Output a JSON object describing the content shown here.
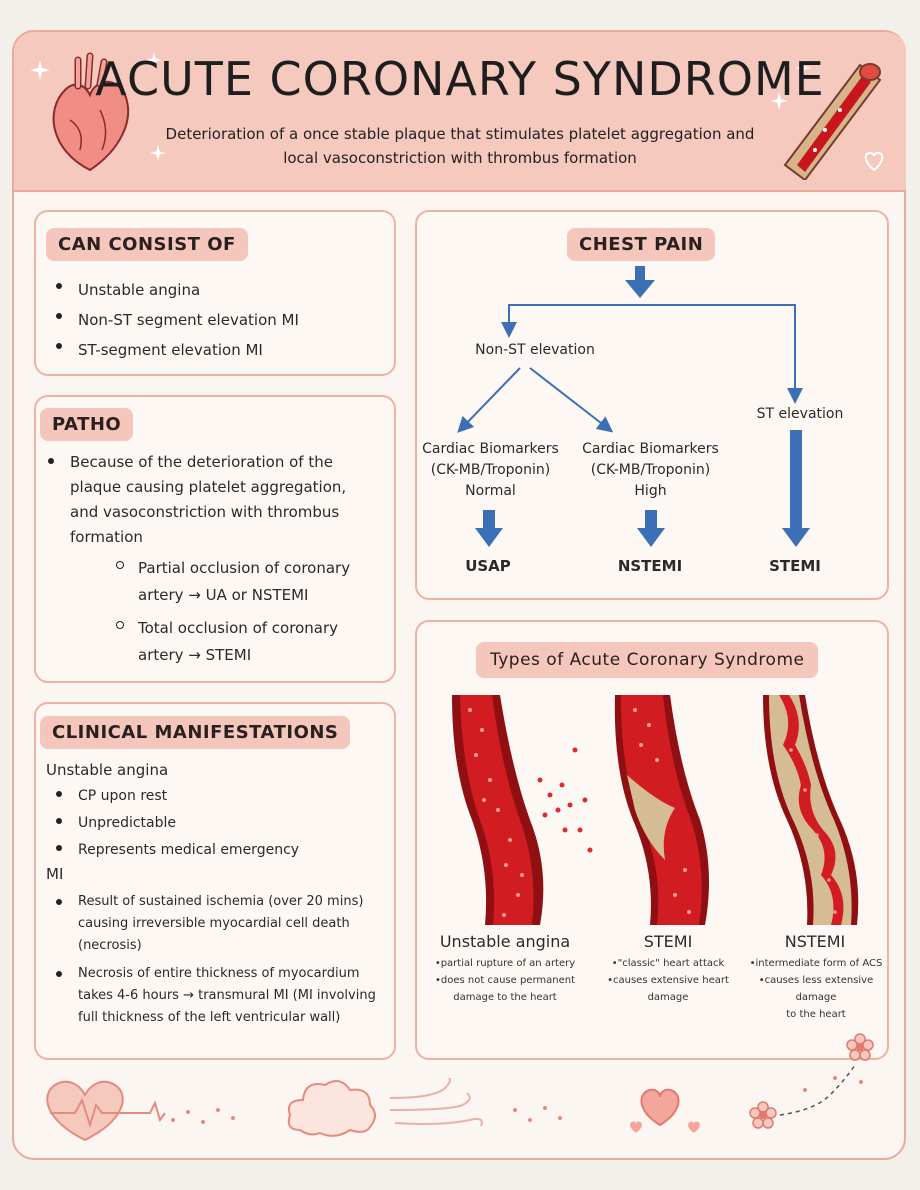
{
  "header": {
    "title": "ACUTE CORONARY SYNDROME",
    "subtitle": "Deterioration of a once stable plaque that stimulates platelet aggregation and local vasoconstriction with thrombus formation"
  },
  "consist": {
    "heading": "CAN CONSIST OF",
    "items": [
      "Unstable angina",
      "Non-ST segment elevation MI",
      "ST-segment elevation MI"
    ]
  },
  "patho": {
    "heading": "PATHO",
    "items": [
      "Because of the deterioration of the plaque causing platelet aggregation, and vasoconstriction with thrombus formation"
    ],
    "subitems": [
      "Partial occlusion of coronary artery → UA or NSTEMI",
      "Total occlusion of coronary artery → STEMI"
    ]
  },
  "clinical": {
    "heading": "CLINICAL MANIFESTATIONS",
    "group1": "Unstable angina",
    "group1_items": [
      "CP upon rest",
      "Unpredictable",
      "Represents medical emergency"
    ],
    "group2": "MI",
    "group2_items": [
      "Result of sustained ischemia (over 20 mins) causing irreversible myocardial cell death (necrosis)",
      "Necrosis of entire thickness of myocardium takes 4-6 hours → transmural MI (MI involving full thickness of the left ventricular wall)"
    ]
  },
  "chest_pain": {
    "heading": "CHEST PAIN",
    "non_st": "Non-ST elevation",
    "st": "ST elevation",
    "bio_normal_1": "Cardiac Biomarkers",
    "bio_normal_2": "(CK-MB/Troponin)",
    "bio_normal_3": "Normal",
    "bio_high_1": "Cardiac Biomarkers",
    "bio_high_2": "(CK-MB/Troponin)",
    "bio_high_3": "High",
    "out_usap": "USAP",
    "out_nstemi": "NSTEMI",
    "out_stemi": "STEMI",
    "arrow_color": "#3b6fb6"
  },
  "types": {
    "heading": "Types of Acute Coronary Syndrome",
    "ua_title": "Unstable angina",
    "ua_note1": "•partial rupture of an artery",
    "ua_note2": "•does not cause permanent",
    "ua_note3": "damage to the heart",
    "stemi_title": "STEMI",
    "stemi_note1": "•\"classic\" heart attack",
    "stemi_note2": "•causes extensive heart",
    "stemi_note3": "damage",
    "nstemi_title": "NSTEMI",
    "nstemi_note1": "•intermediate form of ACS",
    "nstemi_note2": "•causes less extensive damage",
    "nstemi_note3": "to the heart"
  },
  "colors": {
    "accent": "#f5c7bc",
    "border": "#eeb2a4",
    "blood": "#c8161d",
    "plaque": "#d6bc94"
  }
}
